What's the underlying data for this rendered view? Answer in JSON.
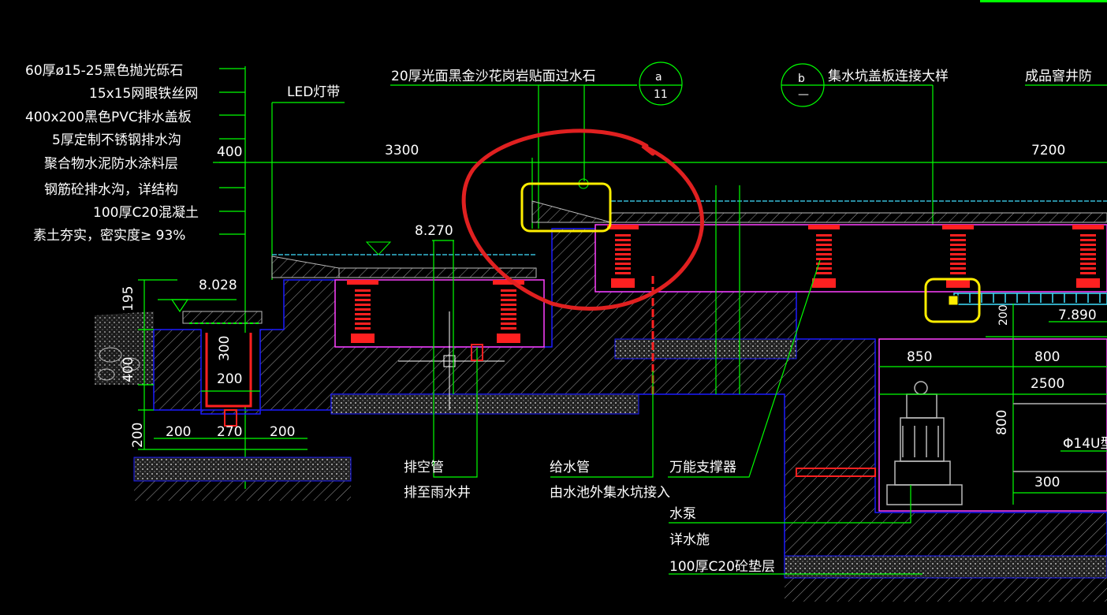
{
  "labels_left": [
    "60厚ø15-25黑色抛光砾石",
    "15x15网眼铁丝网",
    "400x200黑色PVC排水盖板",
    "5厚定制不锈钢排水沟",
    "聚合物水泥防水涂料层",
    "钢筋砼排水沟，详结构",
    "100厚C20混凝土",
    "素土夯实，密实度≥ 93%"
  ],
  "top_labels": {
    "led": "LED灯带",
    "stone": "20厚光面黑金沙花岗岩贴面过水石",
    "callout_a_letter": "a",
    "callout_a_num": "11",
    "callout_b_letter": "b",
    "callout_b_num": "—",
    "sump_cover": "集水坑盖板连接大样",
    "well": "成品窨井防"
  },
  "dimensions": {
    "d400": "400",
    "d3300": "3300",
    "d7200": "7200",
    "elev_8270": "8.270",
    "elev_8028": "8.028",
    "elev_7890": "7.890",
    "d195": "195",
    "d300": "300",
    "d200a": "200",
    "d400v": "400",
    "d200v": "200",
    "b200a": "200",
    "b270": "270",
    "b200b": "200",
    "d200r": "200",
    "d850": "850",
    "d800": "800",
    "d2500": "2500",
    "d800v": "800",
    "d300r": "300",
    "rebar": "Φ14U型"
  },
  "bottom_labels": {
    "vent": "排空管",
    "vent2": "排至雨水井",
    "supply": "给水管",
    "supply2": "由水池外集水坑接入",
    "support": "万能支撑器",
    "pump": "水泵",
    "pump2": "详水施",
    "cushion": "100厚C20砼垫层"
  },
  "colors": {
    "background": "#000000",
    "leader_green": "#00ff00",
    "outline_blue": "#1a1aff",
    "pedestal_red": "#ff2020",
    "markup_red": "#e02020",
    "markup_yellow": "#ffee00",
    "hatch_gray": "#b0b0b0",
    "membrane_magenta": "#ff40ff",
    "water_cyan": "#40e0ff"
  }
}
